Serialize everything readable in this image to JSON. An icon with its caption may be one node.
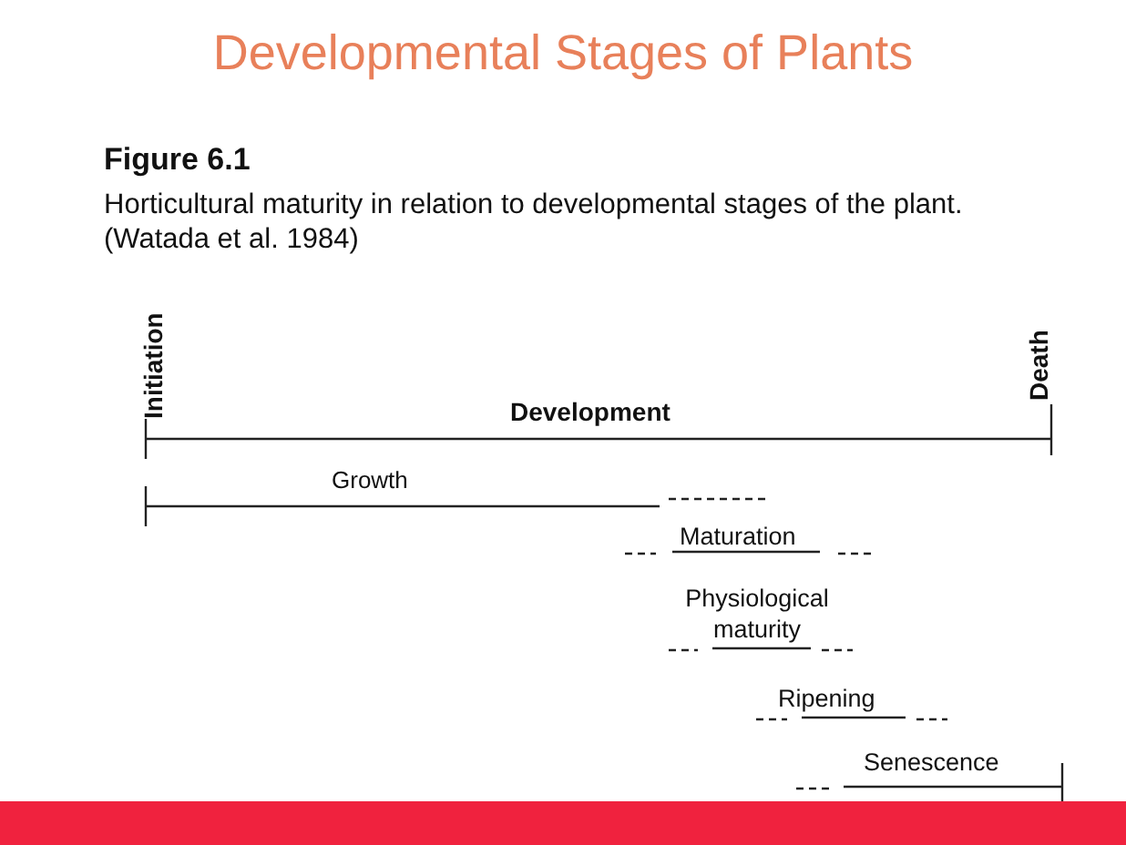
{
  "diagram": {
    "title": "Developmental Stages of Plants",
    "labels": [
      "Figure 6.1",
      "Horticultural maturity in relation to developmental stages of the plant. (Watada et al. 1984)",
      "Initiation",
      "Death",
      "Development",
      "Growth",
      "Maturation",
      "Physiological maturity",
      "Ripening",
      "Senescence"
    ]
  }
}
